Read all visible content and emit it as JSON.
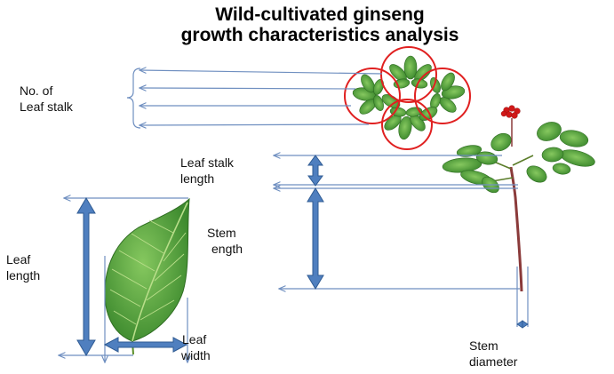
{
  "title_line1": "Wild-cultivated ginseng",
  "title_line2": "growth characteristics analysis",
  "labels": {
    "no_of_leaf_stalk_1": "No. of",
    "no_of_leaf_stalk_2": "Leaf stalk",
    "leaf_stalk_length_1": "Leaf stalk",
    "leaf_stalk_length_2": "length",
    "stem_length_1": "Stem",
    "stem_length_2": "ength",
    "leaf_length_1": "Leaf",
    "leaf_length_2": "length",
    "leaf_width_1": "Leaf",
    "leaf_width_2": "width",
    "stem_diameter_1": "Stem",
    "stem_diameter_2": "diameter"
  },
  "colors": {
    "arrow_fill": "#4f7fbf",
    "arrow_stroke": "#2f5b93",
    "guide_line": "#6f8fc0",
    "circle": "#e02020",
    "leaf_dark": "#3f8f2f",
    "leaf_light": "#7fc35a",
    "stem": "#8a3a3a",
    "berry": "#d01818"
  }
}
